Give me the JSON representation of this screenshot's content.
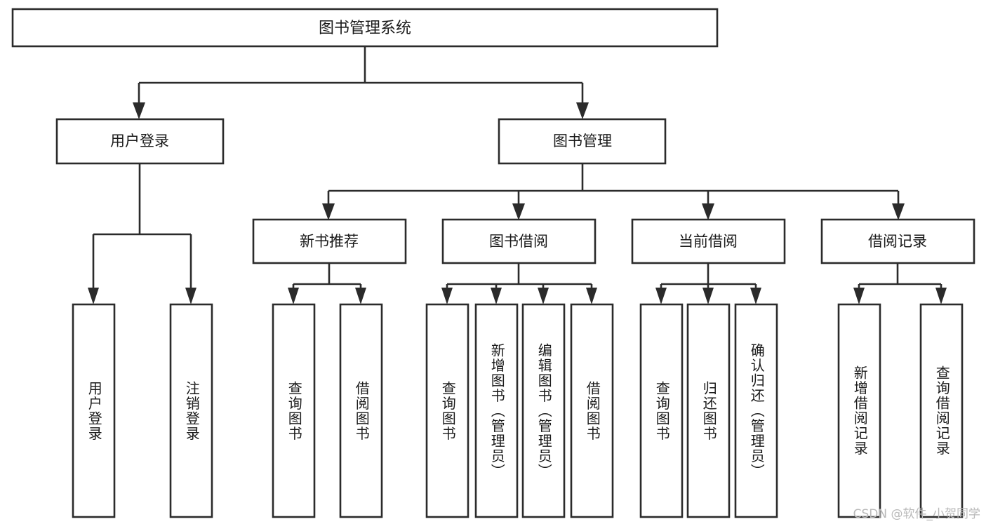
{
  "diagram": {
    "title": "图书管理系统",
    "type": "hierarchy-tree",
    "watermark": "CSDN @软件_小贺同学",
    "colors": {
      "stroke": "#2b2b2b",
      "fill": "#ffffff",
      "text": "#1a1a1a",
      "watermark": "#b9b9b9"
    },
    "levels": {
      "level0": [
        {
          "id": "root",
          "label": "图书管理系统"
        }
      ],
      "level1": [
        {
          "id": "n_login",
          "label": "用户登录"
        },
        {
          "id": "n_bookmgmt",
          "label": "图书管理"
        }
      ],
      "level2": [
        {
          "id": "n_newbook",
          "label": "新书推荐"
        },
        {
          "id": "n_borrow",
          "label": "图书借阅"
        },
        {
          "id": "n_current",
          "label": "当前借阅"
        },
        {
          "id": "n_records",
          "label": "借阅记录"
        }
      ],
      "level3": [
        {
          "id": "l_user_login",
          "label": "用户登录",
          "parent": "n_login"
        },
        {
          "id": "l_user_logout",
          "label": "注销登录",
          "parent": "n_login"
        },
        {
          "id": "l_nb_query",
          "label": "查询图书",
          "parent": "n_newbook"
        },
        {
          "id": "l_nb_borrow",
          "label": "借阅图书",
          "parent": "n_newbook"
        },
        {
          "id": "l_br_query",
          "label": "查询图书",
          "parent": "n_borrow"
        },
        {
          "id": "l_br_add",
          "label": "新增图书（管理员）",
          "parent": "n_borrow"
        },
        {
          "id": "l_br_edit",
          "label": "编辑图书（管理员）",
          "parent": "n_borrow"
        },
        {
          "id": "l_br_borrow",
          "label": "借阅图书",
          "parent": "n_borrow"
        },
        {
          "id": "l_cur_query",
          "label": "查询图书",
          "parent": "n_current"
        },
        {
          "id": "l_cur_return",
          "label": "归还图书",
          "parent": "n_current"
        },
        {
          "id": "l_cur_confirm",
          "label": "确认归还（管理员）",
          "parent": "n_current"
        },
        {
          "id": "l_rec_add",
          "label": "新增借阅记录",
          "parent": "n_records"
        },
        {
          "id": "l_rec_query",
          "label": "查询借阅记录",
          "parent": "n_records"
        }
      ]
    }
  }
}
